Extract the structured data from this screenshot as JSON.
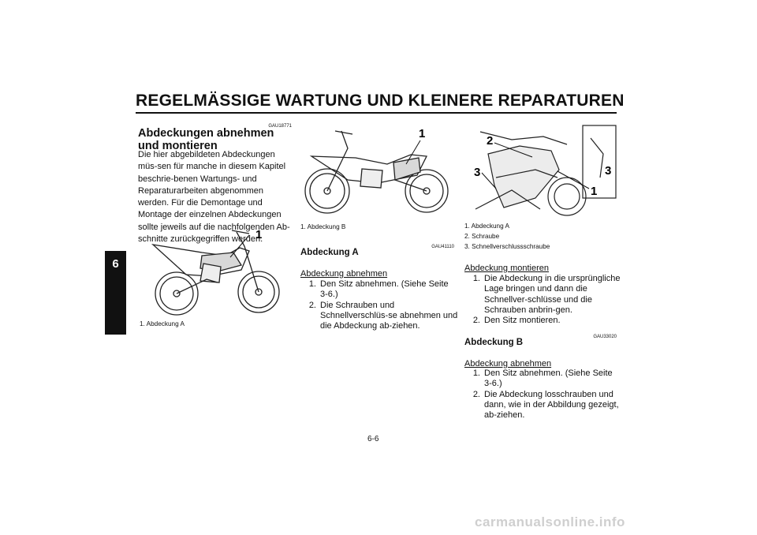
{
  "header": {
    "title": "REGELMÄSSIGE WARTUNG UND KLEINERE REPARATUREN"
  },
  "chapter_tab": "6",
  "page_number": "6-6",
  "footer": "carmanualsonline.info",
  "col1": {
    "code": "GAU18771",
    "heading": "Abdeckungen abnehmen und montieren",
    "body": "Die hier abgebildeten Abdeckungen müs-sen für manche in diesem Kapitel beschrie-benen Wartungs- und Reparaturarbeiten abgenommen werden. Für die Demontage und Montage der einzelnen Abdeckungen sollte jeweils auf die nachfolgenden Ab-schnitte zurückgegriffen werden.",
    "fig_callout": "1",
    "caption": "1. Abdeckung A"
  },
  "col2": {
    "fig_callout": "1",
    "caption": "1. Abdeckung B",
    "code": "GAU41110",
    "heading": "Abdeckung A",
    "subheading": "Abdeckung abnehmen",
    "steps": [
      {
        "n": "1.",
        "text": "Den Sitz abnehmen. (Siehe Seite 3-6.)"
      },
      {
        "n": "2.",
        "text": "Die Schrauben und Schnellverschlüs-se abnehmen und die Abdeckung ab-ziehen."
      }
    ]
  },
  "col3": {
    "fig_callouts": [
      "2",
      "3",
      "3",
      "1"
    ],
    "captions": [
      "1. Abdeckung A",
      "2. Schraube",
      "3. Schnellverschlussschraube"
    ],
    "sub1": "Abdeckung montieren",
    "steps1": [
      {
        "n": "1.",
        "text": "Die Abdeckung in die ursprüngliche Lage bringen und dann die Schnellver-schlüsse und die Schrauben anbrin-gen."
      },
      {
        "n": "2.",
        "text": "Den Sitz montieren."
      }
    ],
    "code": "GAU33020",
    "heading2": "Abdeckung B",
    "sub2": "Abdeckung abnehmen",
    "steps2": [
      {
        "n": "1.",
        "text": "Den Sitz abnehmen. (Siehe Seite 3-6.)"
      },
      {
        "n": "2.",
        "text": "Die Abdeckung losschrauben und dann, wie in der Abbildung gezeigt, ab-ziehen."
      }
    ]
  }
}
